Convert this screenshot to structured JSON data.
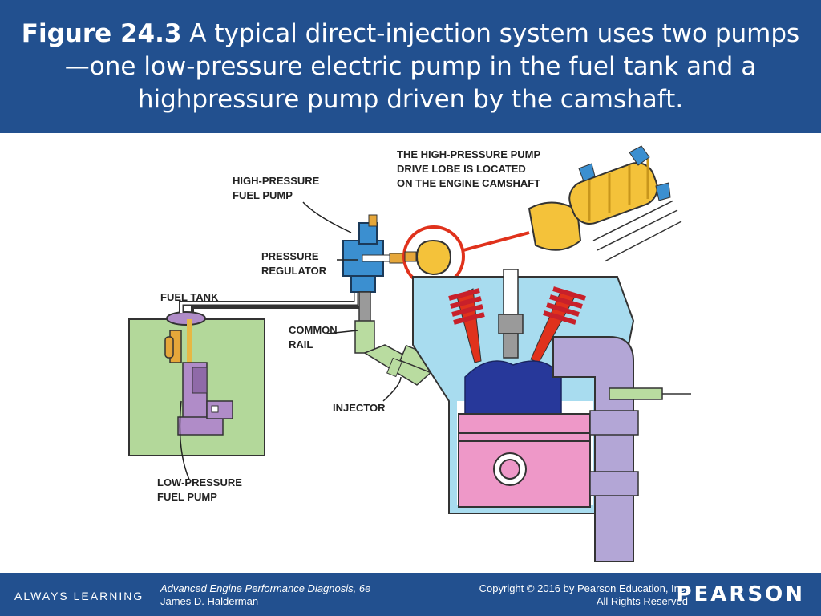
{
  "header": {
    "figure_number": "Figure 24.3",
    "caption": " A typical direct-injection system uses two pumps—one low-pressure electric pump in the fuel tank and a highpressure pump driven by the camshaft."
  },
  "diagram": {
    "labels": {
      "camshaft_lobe_line1": "THE HIGH-PRESSURE PUMP",
      "camshaft_lobe_line2": "DRIVE LOBE IS LOCATED",
      "camshaft_lobe_line3": "ON THE ENGINE CAMSHAFT",
      "hp_pump_line1": "HIGH-PRESSURE",
      "hp_pump_line2": "FUEL PUMP",
      "regulator_line1": "PRESSURE",
      "regulator_line2": "REGULATOR",
      "fuel_tank": "FUEL TANK",
      "common_rail_line1": "COMMON",
      "common_rail_line2": "RAIL",
      "injector": "INJECTOR",
      "lp_pump_line1": "LOW-PRESSURE",
      "lp_pump_line2": "FUEL PUMP"
    }
  },
  "footer": {
    "tagline": "ALWAYS LEARNING",
    "book_title": "Advanced Engine Performance Diagnosis, 6e",
    "author": "James D. Halderman",
    "copyright": "Copyright © 2016 by Pearson Education, Inc.",
    "rights": "All Rights Reserved",
    "publisher": "PEARSON"
  },
  "colors": {
    "banner": "#22508f",
    "tank_green": "#b3d89a",
    "pump_purple": "#b08cc8",
    "rail_green": "#b9dca0",
    "cam_yellow": "#f4c23a",
    "highlight_red": "#e0321c",
    "cylinder_blue": "#a8dcef",
    "piston_pink": "#ee98c8",
    "charge_navy": "#27389a",
    "exhaust_lavender": "#b3a6d6"
  }
}
